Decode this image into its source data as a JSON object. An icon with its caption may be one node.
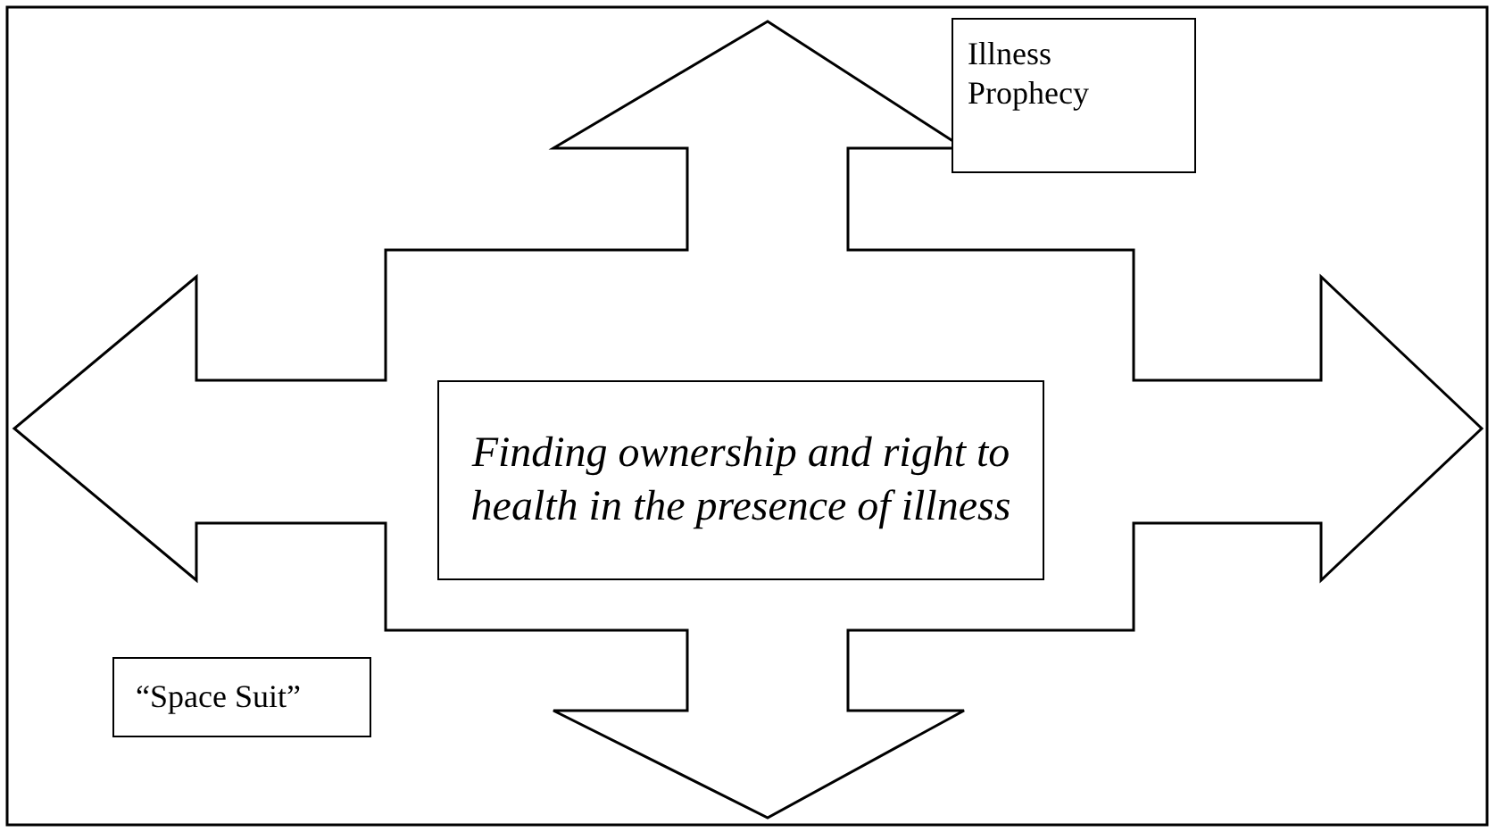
{
  "diagram": {
    "nodes": [
      {
        "text": [],
        "shape": "arrow"
      },
      {
        "text": [
          "Finding ownership and right to health in the presence of illness"
        ],
        "in": 0
      },
      {
        "text": [
          "Illness Prophecy"
        ]
      },
      {
        "text": [
          "“Space Suit”"
        ]
      }
    ]
  }
}
